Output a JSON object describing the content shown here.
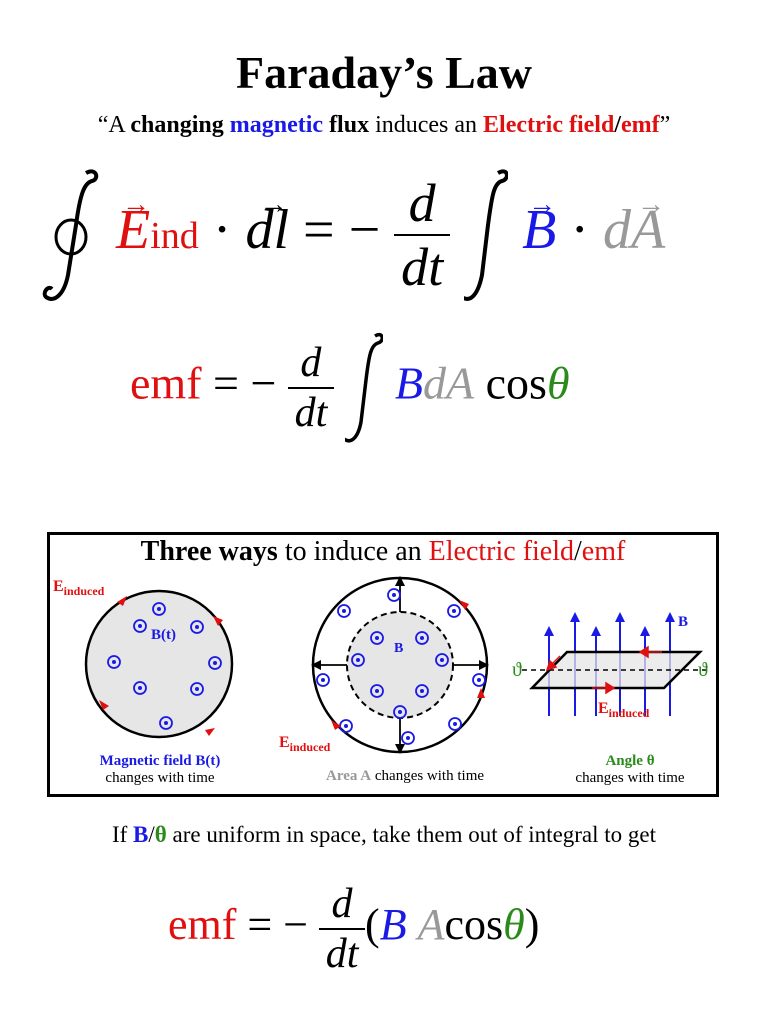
{
  "title": "Faraday’s Law",
  "quote": {
    "open": "“A ",
    "changing": "changing",
    "magnetic": "magnetic",
    "flux": "flux",
    "induces": "induces an",
    "electric_field": "Electric field",
    "slash": "/",
    "emf": "emf",
    "close": "”"
  },
  "eq1": {
    "E": "E",
    "ind": "ind",
    "dot1": "·",
    "dl": "dl",
    "equals": "= −",
    "d": "d",
    "dt": "dt",
    "B": "B",
    "dot2": "·",
    "dA": "dA"
  },
  "eq2": {
    "emf": "emf",
    "equals": "= −",
    "d": "d",
    "dt": "dt",
    "B": "B",
    "dA": "dA",
    "cos": "cos",
    "theta": "θ"
  },
  "box": {
    "title_bold": "Three ways",
    "title_rest": "to induce an",
    "electric_field": "Electric field",
    "slash": "/",
    "emf": "emf",
    "panel1": {
      "e_label": "E",
      "e_sub": "induced",
      "b_label": "B(t)",
      "cap_line1": "Magnetic field B(t)",
      "cap_line2": "changes with time"
    },
    "panel2": {
      "b_label": "B",
      "e_label": "E",
      "e_sub": "induced",
      "cap_area": "Area A",
      "cap_rest": "changes with time"
    },
    "panel3": {
      "b_label": "B",
      "e_label": "E",
      "e_sub": "induced",
      "theta_left": "ϑ",
      "theta_right": "ϑ",
      "cap_line1": "Angle θ",
      "cap_line2": "changes with time"
    }
  },
  "note": {
    "if": "If",
    "B": "B",
    "slash": "/",
    "theta": "θ",
    "rest": "are uniform in space, take them out of integral to get"
  },
  "eq3": {
    "emf": "emf",
    "equals": "= −",
    "d": "d",
    "dt": "dt",
    "lparen": "(",
    "B": "B",
    "A": "A",
    "cos": "cos",
    "theta": "θ",
    "rparen": ")"
  },
  "colors": {
    "blue": "#1a1ae6",
    "red": "#e01010",
    "gray": "#999999",
    "green": "#2a8a1a",
    "circle_fill": "#e6e6e6"
  }
}
